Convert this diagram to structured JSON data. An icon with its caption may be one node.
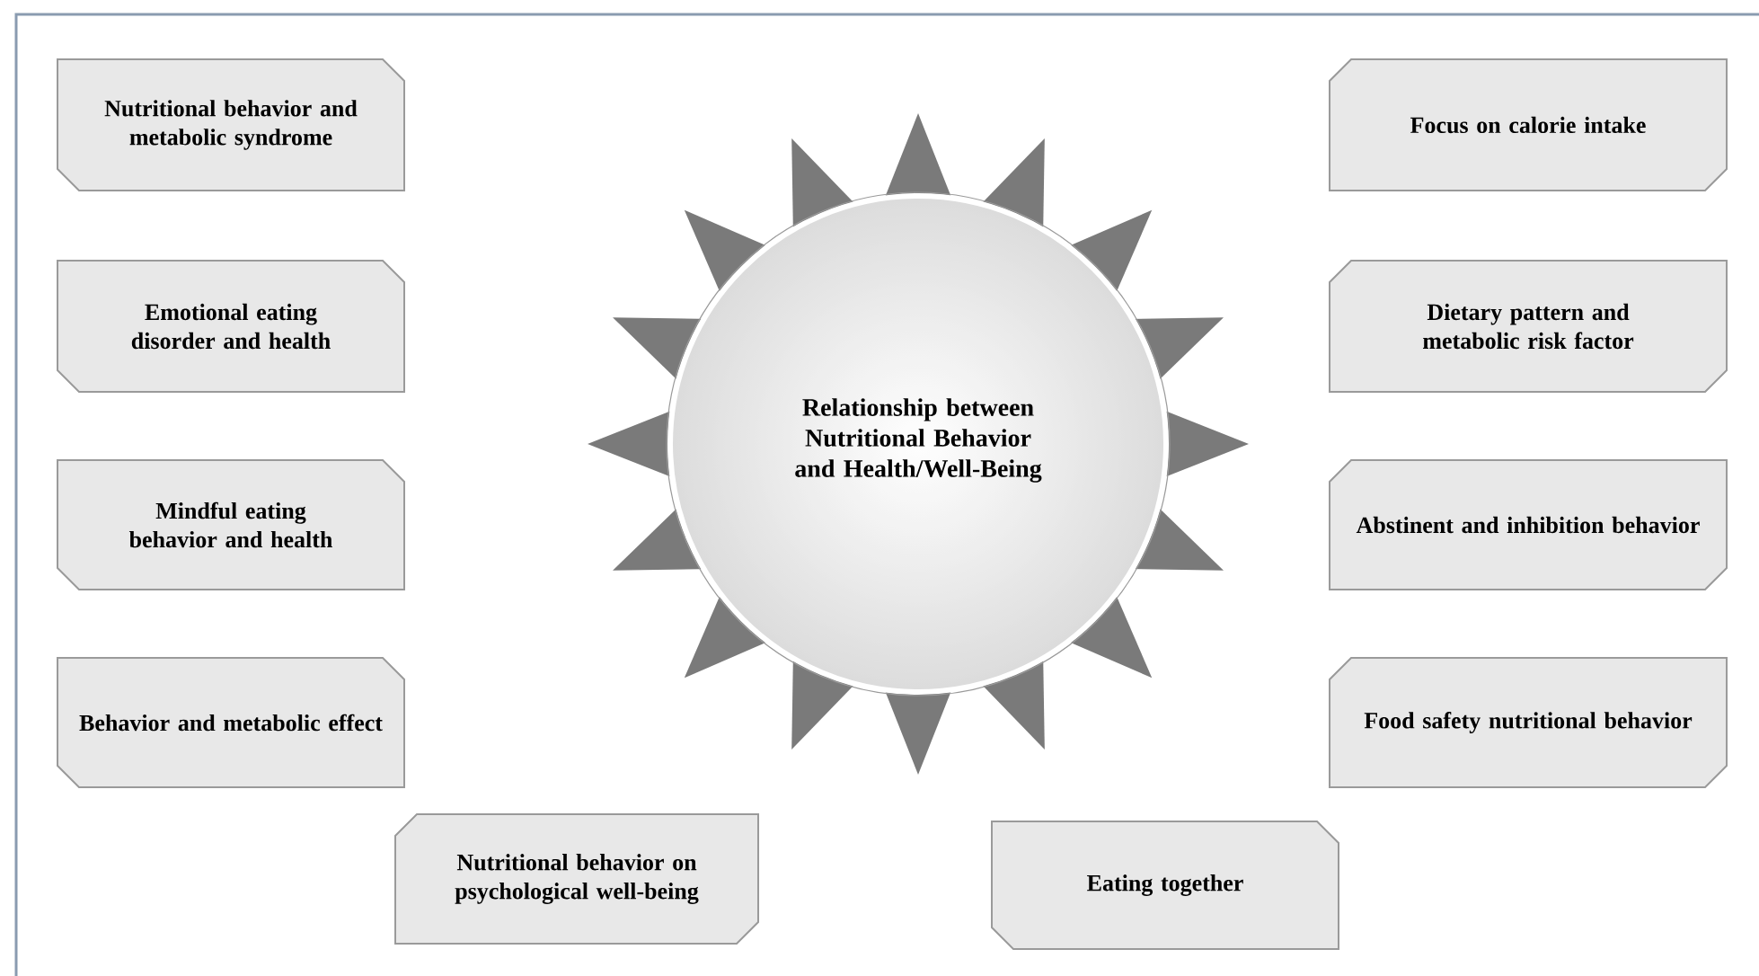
{
  "diagram": {
    "nodes": [
      {
        "text": [
          "Relationship between Nutritional Behavior and Health/Well-Being"
        ]
      },
      {
        "text": [
          "Nutritional behavior and metabolic syndrome"
        ]
      },
      {
        "text": [
          "Emotional eating disorder and health"
        ]
      },
      {
        "text": [
          "Mindful eating behavior and health"
        ]
      },
      {
        "text": [
          "Behavior and metabolic effect"
        ]
      },
      {
        "text": [
          "Nutritional behavior on psychological well-being"
        ]
      },
      {
        "text": [
          "Focus on calorie intake"
        ]
      },
      {
        "text": [
          "Dietary pattern and metabolic risk factor"
        ]
      },
      {
        "text": [
          "Abstinent and inhibition behavior"
        ]
      },
      {
        "text": [
          "Food safety nutritional behavior"
        ]
      },
      {
        "text": [
          "Eating together"
        ]
      }
    ]
  }
}
